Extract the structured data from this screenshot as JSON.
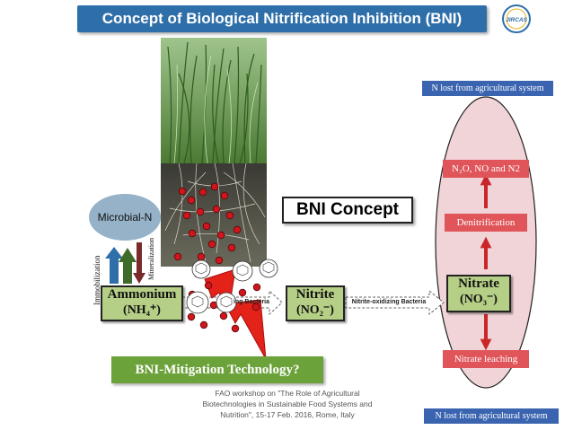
{
  "title": "Concept of Biological Nitrification Inhibition (BNI)",
  "logo_text": "JIRCAS",
  "bni_concept_label": "BNI Concept",
  "microbial_label": "Microbial-N",
  "immobilization_label": "Immobilization",
  "mineralization_label": "Mineralization",
  "ammonium": {
    "name": "Ammonium",
    "formula": "(NH₄⁺)"
  },
  "nitrite": {
    "name": "Nitrite",
    "formula": "(NO₂⁻)"
  },
  "nitrate": {
    "name": "Nitrate",
    "formula": "(NO₃⁻)"
  },
  "ammonia_bacteria_label": "ing Bacteria",
  "nitrite_bacteria_label": "Nitrite-oxidizing Bacteria",
  "n_lost_top": "N lost from agricultural system",
  "n_lost_bottom": "N lost from agricultural system",
  "n2o_label": "N₂O, NO and N2",
  "denitrification_label": "Denitrification",
  "nitrate_leaching_label": "Nitrate leaching",
  "mitigation_label": "BNI-Mitigation Technology?",
  "footer_text": "FAO workshop on \"The Role of Agricultural Biotechnologies in Sustainable Food Systems and Nutrition\", 15-17 Feb. 2016, Rome, Italy",
  "colors": {
    "title_bg": "#2f6fa9",
    "blue_label": "#3a64b0",
    "red_label": "#e0555a",
    "compound_box": "#b6cf86",
    "mitigation_bg": "#6ca23a",
    "ellipse_fill": "#f1d4d8",
    "microbial_fill": "#95b2c8",
    "immobilization_arrow": "#2f6fa9",
    "mineralization_arrow": "#7a2a2a",
    "ammonium_arrow": "#3d6b2a",
    "lightning": "#e32219"
  }
}
